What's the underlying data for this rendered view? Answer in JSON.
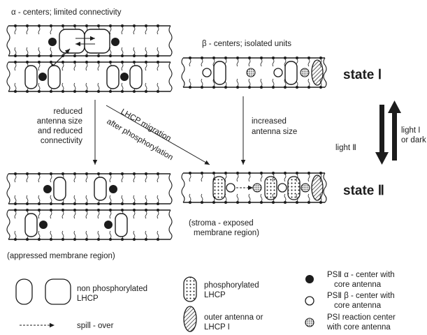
{
  "labels": {
    "alpha_title": "α - centers; limited connectivity",
    "beta_title": "β - centers; isolated units",
    "state1": "state Ⅰ",
    "state2": "state Ⅱ",
    "reduced_1": "reduced",
    "reduced_2": "antenna size",
    "reduced_3": "and reduced",
    "reduced_4": "connectivity",
    "lhcp_1": "LHCP migration",
    "lhcp_2": "after phosphorylation",
    "increased_1": "increased",
    "increased_2": "antenna size",
    "light2": "light Ⅱ",
    "light1_1": "light I",
    "light1_2": "or dark",
    "stroma_1": "(stroma - exposed",
    "stroma_2": "membrane region)",
    "appressed": "(appressed membrane region)"
  },
  "legend": {
    "nonphos_1": "non phosphorylated",
    "nonphos_2": "LHCP",
    "spill": "spill - over",
    "phos_1": "phosphorylated",
    "phos_2": "LHCP",
    "outer_1": "outer antenna or",
    "outer_2": "LHCP I",
    "alpha_1": "PSⅡ α - center with",
    "alpha_2": "core antenna",
    "beta_1": "PSⅡ β - center with",
    "beta_2": "core antenna",
    "psi_1": "PSI reaction center",
    "psi_2": "with core antenna"
  }
}
